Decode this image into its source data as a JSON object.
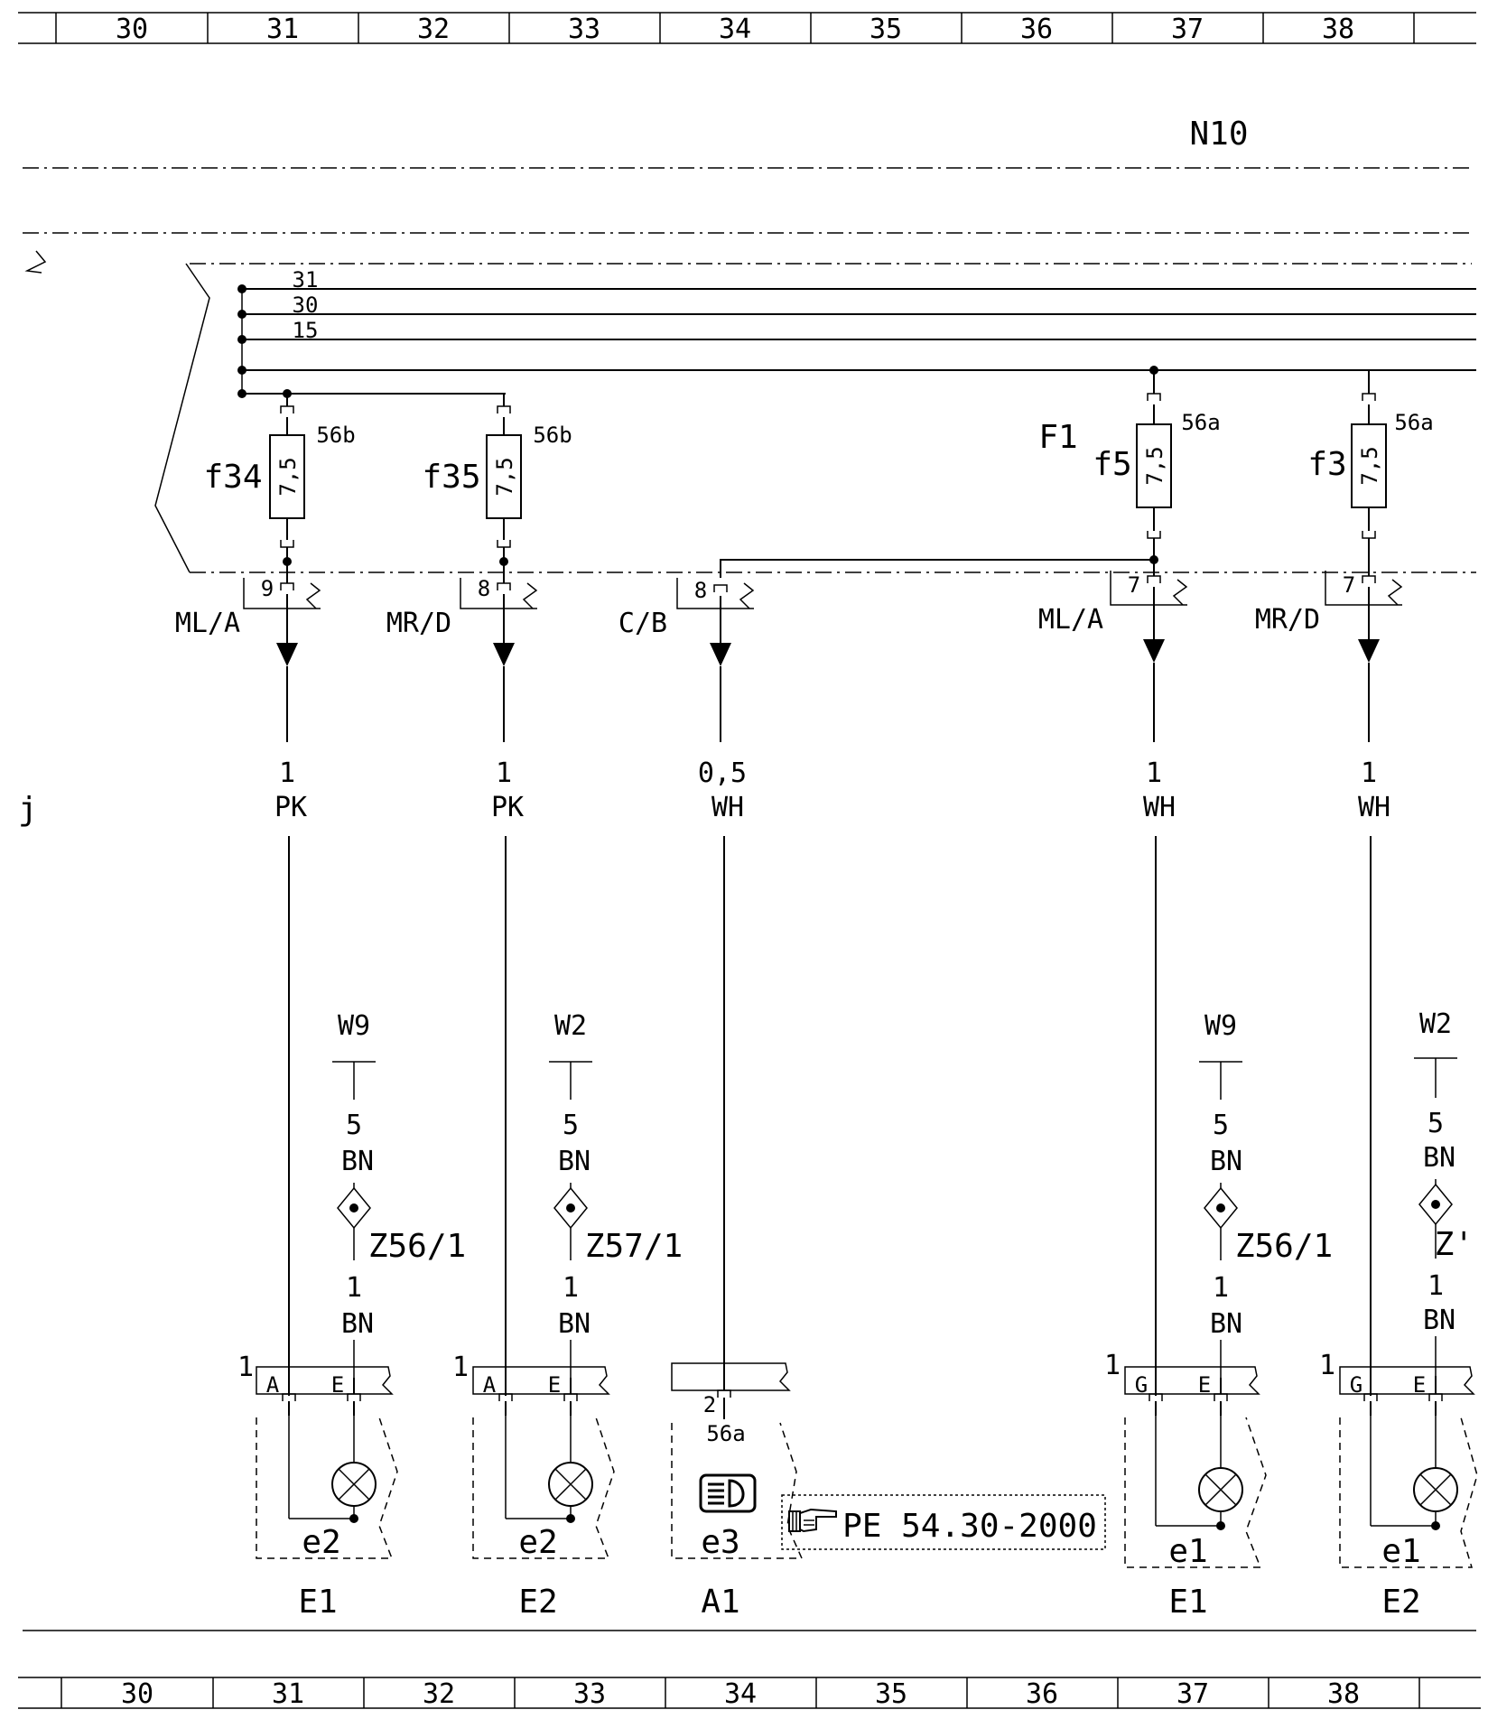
{
  "grid_top": [
    "30",
    "31",
    "32",
    "33",
    "34",
    "35",
    "36",
    "37",
    "38"
  ],
  "grid_bottom": [
    "30",
    "31",
    "32",
    "33",
    "34",
    "35",
    "36",
    "37",
    "38"
  ],
  "module": {
    "name": "N10",
    "sub": "F1"
  },
  "buses": [
    "31",
    "30",
    "15"
  ],
  "fuses": [
    {
      "name": "f34",
      "rating": "7,5",
      "terminal": "56b"
    },
    {
      "name": "f35",
      "rating": "7,5",
      "terminal": "56b"
    },
    {
      "name": "f5",
      "rating": "7,5",
      "terminal": "56a"
    },
    {
      "name": "f3",
      "rating": "7,5",
      "terminal": "56a"
    }
  ],
  "connectors": [
    {
      "pin": "9",
      "name": "ML/A"
    },
    {
      "pin": "8",
      "name": "MR/D"
    },
    {
      "pin": "8",
      "name": "C/B"
    },
    {
      "pin": "7",
      "name": "ML/A"
    },
    {
      "pin": "7",
      "name": "MR/D"
    }
  ],
  "wires": [
    {
      "size": "1",
      "color": "PK"
    },
    {
      "size": "1",
      "color": "PK"
    },
    {
      "size": "0,5",
      "color": "WH"
    },
    {
      "size": "1",
      "color": "WH"
    },
    {
      "size": "1",
      "color": "WH"
    }
  ],
  "grounds": [
    {
      "point": "W9",
      "size1": "5",
      "color1": "BN",
      "splice": "Z56/1",
      "size2": "1",
      "color2": "BN"
    },
    {
      "point": "W2",
      "size1": "5",
      "color1": "BN",
      "splice": "Z57/1",
      "size2": "1",
      "color2": "BN"
    },
    {
      "point": "W9",
      "size1": "5",
      "color1": "BN",
      "splice": "Z56/1",
      "size2": "1",
      "color2": "BN"
    },
    {
      "point": "W2",
      "size1": "5",
      "color1": "BN",
      "splice": "Z'",
      "size2": "1",
      "color2": "BN"
    }
  ],
  "lamps": [
    {
      "pin_num": "1",
      "pin1": "A",
      "pin2": "E",
      "element": "e2",
      "component": "E1"
    },
    {
      "pin_num": "1",
      "pin1": "A",
      "pin2": "E",
      "element": "e2",
      "component": "E2"
    },
    {
      "pin_num": "1",
      "pin1": "G",
      "pin2": "E",
      "element": "e1",
      "component": "E1"
    },
    {
      "pin_num": "1",
      "pin1": "G",
      "pin2": "E",
      "element": "e1",
      "component": "E2"
    }
  ],
  "cluster": {
    "pin": "2",
    "terminal": "56a",
    "element": "e3",
    "component": "A1"
  },
  "reference": {
    "text": "PE 54.30-2000",
    "icon": "pointing-hand-icon"
  },
  "edge_mark": "j"
}
